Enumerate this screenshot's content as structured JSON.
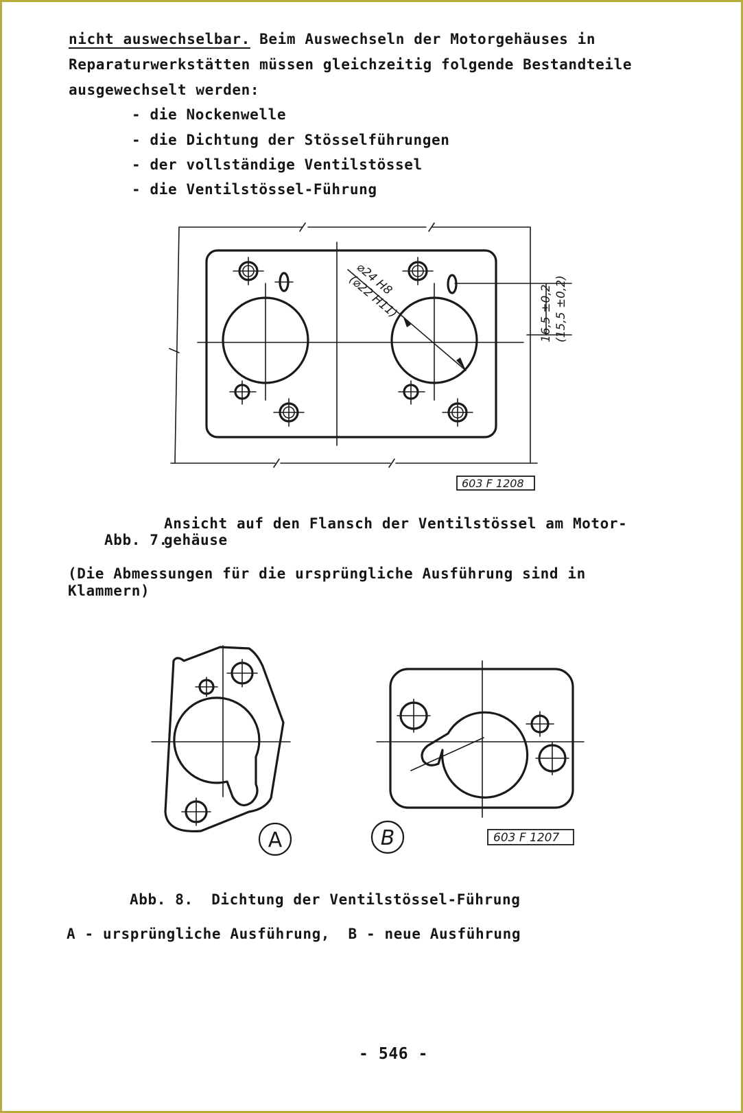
{
  "intro": {
    "underlined": "nicht auswechselbar.",
    "line1_rest": " Beim Auswechseln der Motorgehäuses in",
    "line2": "Reparaturwerkstätten müssen gleichzeitig folgende Bestandteile",
    "line3": "ausgewechselt werden:"
  },
  "list_items": [
    "- die Nockenwelle",
    "- die Dichtung der Stösselführungen",
    "- der vollständige Ventilstössel",
    "- die Ventilstössel-Führung"
  ],
  "figure7": {
    "dimension_diameter_1": "⌀24 H8",
    "dimension_diameter_2": "(⌀22 H11)",
    "dimension_height_1": "16,5 ±0,2",
    "dimension_height_2": "(15,5 ±0,2)",
    "drawing_code": "603 F 1208",
    "caption_label": "Abb. 7.",
    "caption_line1": "Ansicht auf den Flansch der Ventilstössel am Motor-",
    "caption_line2": "gehäuse",
    "note_line1": "(Die Abmessungen für die ursprüngliche Ausführung sind in",
    "note_line2": "Klammern)"
  },
  "figure8": {
    "label_a": "A",
    "label_b": "B",
    "drawing_code": "603 F 1207",
    "caption": "Abb. 8.  Dichtung der Ventilstössel-Führung",
    "legend": "A - ursprüngliche Ausführung,  B - neue Ausführung"
  },
  "page_number": "- 546 -"
}
